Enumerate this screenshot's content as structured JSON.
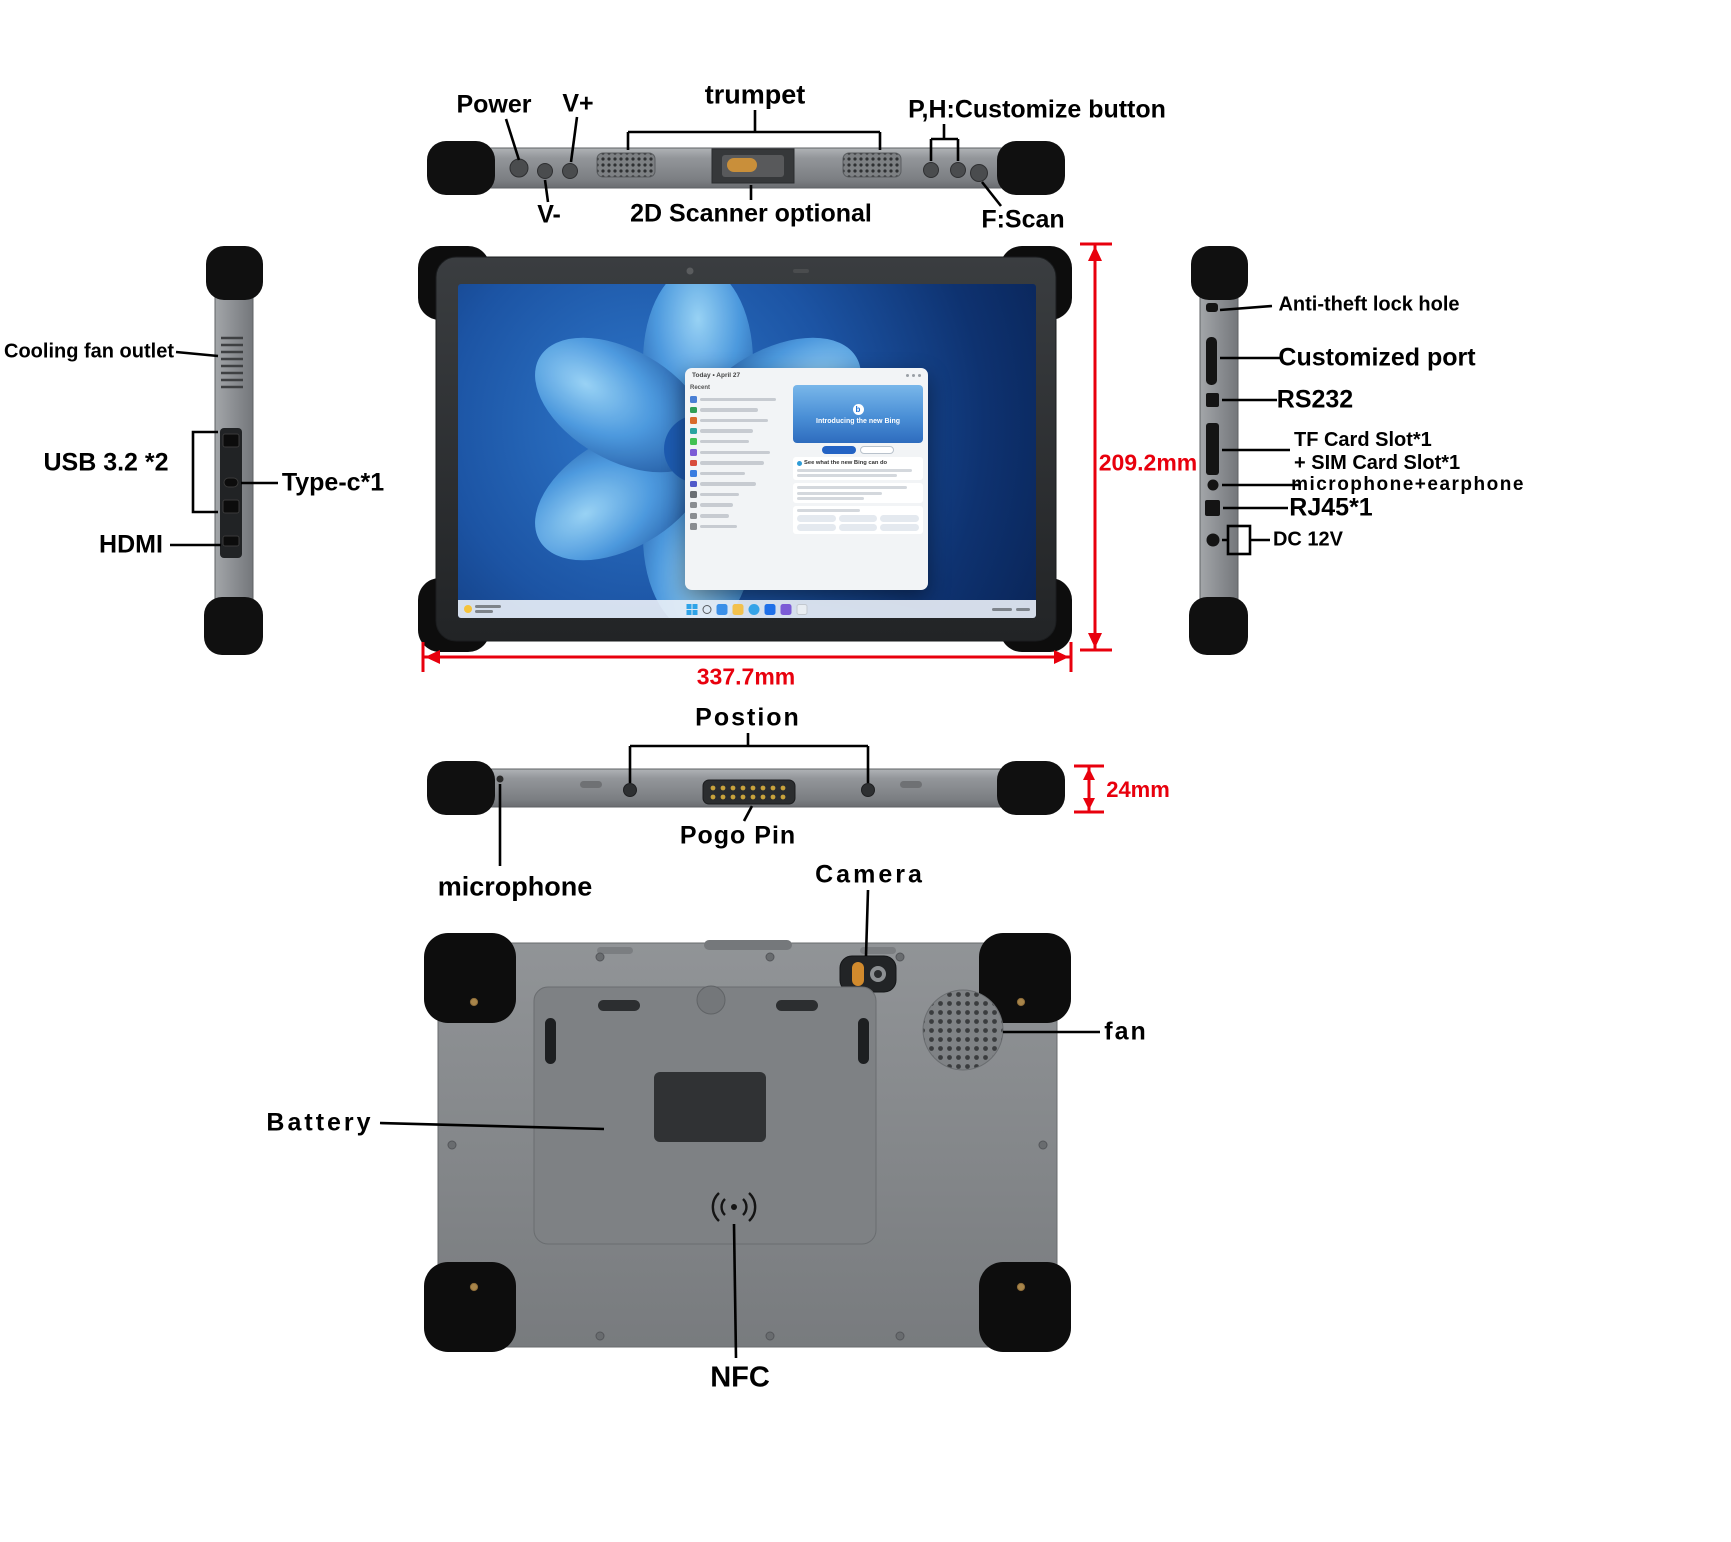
{
  "accent": {
    "callout_red": "#e8000d"
  },
  "top_edge_view": {
    "power_label": "Power",
    "volume_up_label": "V+",
    "volume_down_label": "V-",
    "trumpet_label": "trumpet",
    "scanner_label": "2D Scanner optional",
    "customize_label": "P,H:Customize button",
    "fscan_label": "F:Scan"
  },
  "left_side_view": {
    "cooling_fan_label": "Cooling fan outlet",
    "usb_label": "USB 3.2 *2",
    "type_c_label": "Type-c*1",
    "hdmi_label": "HDMI"
  },
  "right_side_view": {
    "anti_theft_label": "Anti-theft lock hole",
    "customized_port_label": "Customized port",
    "rs232_label": "RS232",
    "tf_card_label": "TF Card Slot*1",
    "sim_card_label": "+ SIM Card Slot*1",
    "mic_earphone_label": "microphone+earphone",
    "rj45_label": "RJ45*1",
    "dc_label": "DC 12V"
  },
  "dimensions": {
    "screen_height": "209.2mm",
    "body_width": "337.7mm",
    "thickness": "24mm"
  },
  "bottom_edge_view": {
    "position_label": "Postion",
    "pogo_pin_label": "Pogo Pin",
    "microphone_label": "microphone"
  },
  "back_view": {
    "camera_label": "Camera",
    "fan_label": "fan",
    "battery_label": "Battery",
    "nfc_label": "NFC"
  },
  "screen": {
    "window_header": "Today • April 27",
    "recent_label": "Recent",
    "bing_title": "Introducing the new Bing",
    "bing_caption": "See what the new Bing can do"
  }
}
